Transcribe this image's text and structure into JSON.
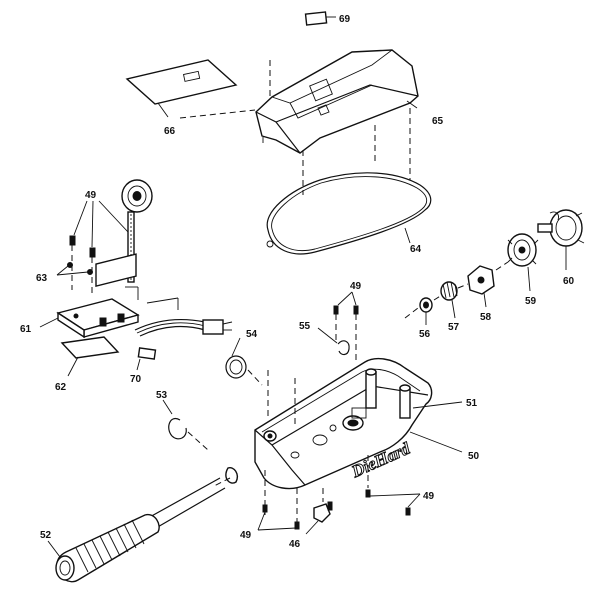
{
  "diagram": {
    "brand_text": "DieHard",
    "labels": [
      {
        "id": "p69",
        "text": "69"
      },
      {
        "id": "p66",
        "text": "66"
      },
      {
        "id": "p65",
        "text": "65"
      },
      {
        "id": "p49a",
        "text": "49"
      },
      {
        "id": "p64",
        "text": "64"
      },
      {
        "id": "p63",
        "text": "63"
      },
      {
        "id": "p61",
        "text": "61"
      },
      {
        "id": "p62",
        "text": "62"
      },
      {
        "id": "p54",
        "text": "54"
      },
      {
        "id": "p70",
        "text": "70"
      },
      {
        "id": "p55",
        "text": "55"
      },
      {
        "id": "p49b",
        "text": "49"
      },
      {
        "id": "p56",
        "text": "56"
      },
      {
        "id": "p57",
        "text": "57"
      },
      {
        "id": "p58",
        "text": "58"
      },
      {
        "id": "p59",
        "text": "59"
      },
      {
        "id": "p60",
        "text": "60"
      },
      {
        "id": "p53",
        "text": "53"
      },
      {
        "id": "p51",
        "text": "51"
      },
      {
        "id": "p50",
        "text": "50"
      },
      {
        "id": "p52",
        "text": "52"
      },
      {
        "id": "p49c",
        "text": "49"
      },
      {
        "id": "p46",
        "text": "46"
      },
      {
        "id": "p49d",
        "text": "49"
      }
    ]
  }
}
